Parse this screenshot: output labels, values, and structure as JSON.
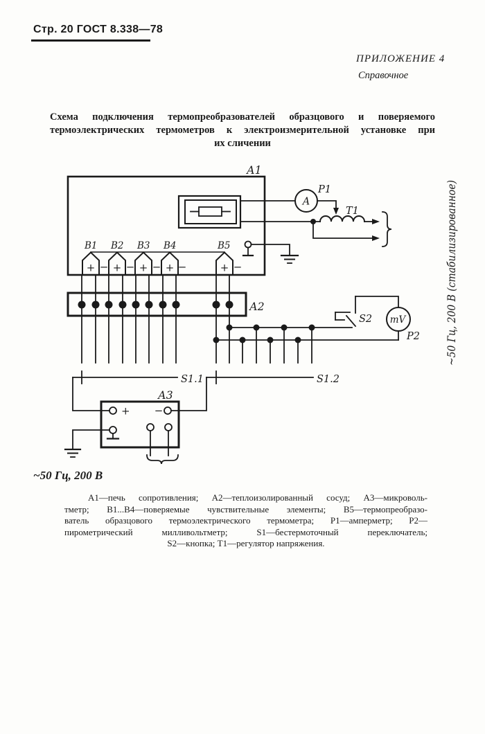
{
  "page": {
    "header": "Стр. 20 ГОСТ 8.338—78",
    "appendix_title": "ПРИЛОЖЕНИЕ 4",
    "appendix_subtitle": "Справочное",
    "title_lines": [
      "Схема подключения термопреобразователей образцового и поверяемого",
      "термоэлектрических термометров к электроизмерительной установке при",
      "их сличении"
    ],
    "supply_note": "~50 Гц, 200 В",
    "supply_note_vertical": "~50 Гц, 200 В (стабилизированное)"
  },
  "diagram": {
    "labels": {
      "a1": "А1",
      "a2": "А2",
      "a3": "А3",
      "b1": "В1",
      "b2": "В2",
      "b3": "В3",
      "b4": "В4",
      "b5": "В5",
      "p1": "Р1",
      "p2": "Р2",
      "t1": "Т1",
      "s11": "S1.1",
      "s12": "S1.2",
      "s2": "S2",
      "ammeter": "А",
      "millivoltmeter": "mV",
      "plus": "+",
      "minus": "−"
    }
  },
  "legend": {
    "lines": [
      "А1—печь сопротивления; А2—теплоизолированный сосуд; А3—микроволь-",
      "тметр; В1...В4—поверяемые чувствительные элементы; В5—термопреобразо-",
      "ватель образцового термоэлектрического термометра; Р1—амперметр; Р2—",
      "пирометрический милливольтметр; S1—бестермоточный переключатель;",
      "S2—кнопка; Т1—регулятор напряжения."
    ]
  },
  "colors": {
    "ink": "#1a1a1a",
    "paper": "#fdfdfb"
  }
}
